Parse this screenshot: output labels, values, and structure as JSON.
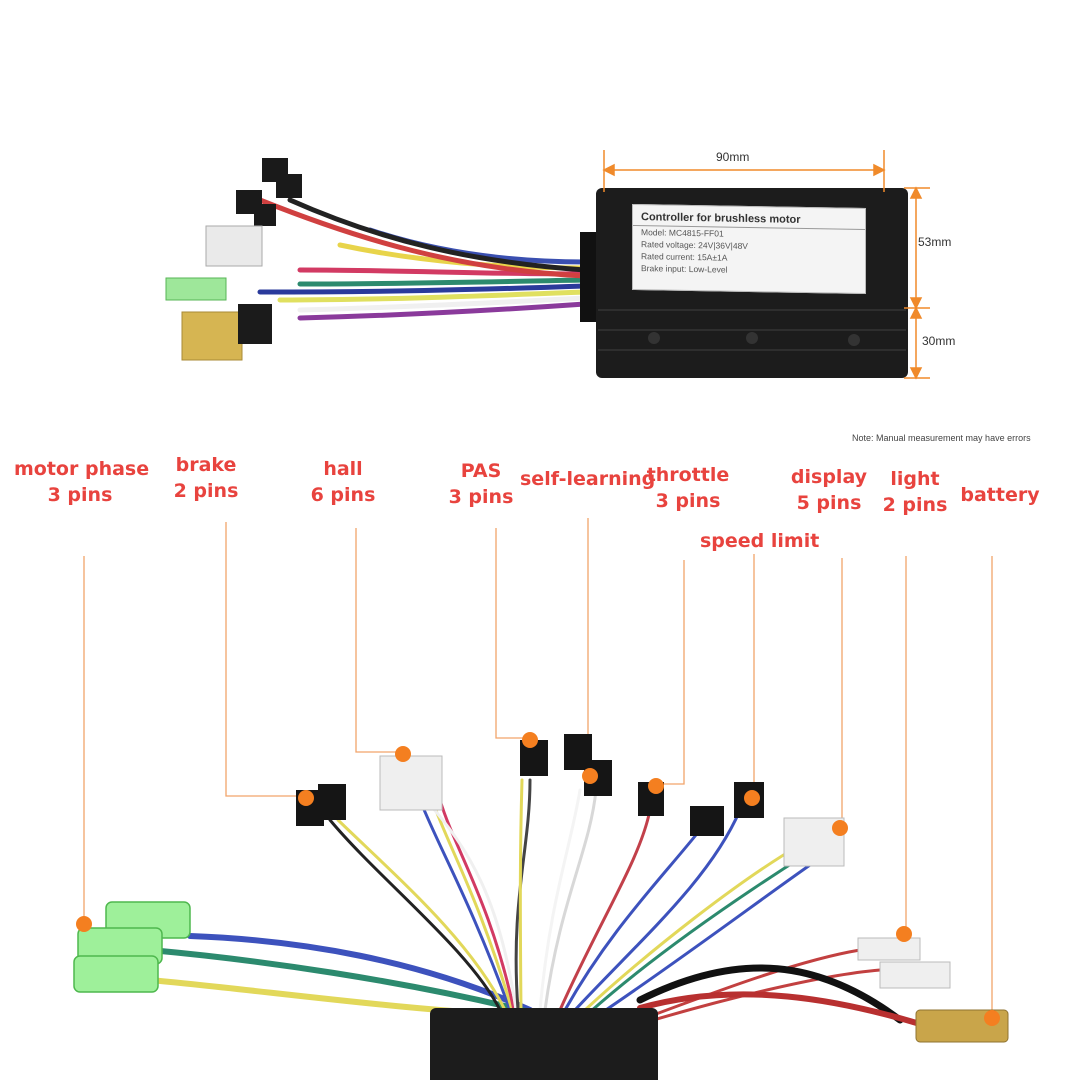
{
  "dimensions": {
    "width": "90mm",
    "height": "53mm",
    "depth": "30mm"
  },
  "plate": {
    "title": "Controller for brushless motor",
    "lines": [
      "Model: MC4815-FF01",
      "Rated voltage: 24V|36V|48V",
      "Rated current: 15A±1A",
      "Brake input: Low-Level"
    ]
  },
  "note": "Note: Manual measurement may have errors",
  "connectors": [
    {
      "id": "motor-phase",
      "name": "motor phase",
      "pins": "3 pins"
    },
    {
      "id": "brake",
      "name": "brake",
      "pins": "2 pins"
    },
    {
      "id": "hall",
      "name": "hall",
      "pins": "6 pins"
    },
    {
      "id": "pas",
      "name": "PAS",
      "pins": "3 pins"
    },
    {
      "id": "self-learning",
      "name": "self-learning",
      "pins": ""
    },
    {
      "id": "throttle",
      "name": "throttle",
      "pins": "3 pins"
    },
    {
      "id": "speed-limit",
      "name": "speed limit",
      "pins": ""
    },
    {
      "id": "display",
      "name": "display",
      "pins": "5 pins"
    },
    {
      "id": "light",
      "name": "light",
      "pins": "2 pins"
    },
    {
      "id": "battery",
      "name": "battery",
      "pins": ""
    }
  ],
  "colors": {
    "label": "#e8433e",
    "leader": "#f2a46a",
    "dot": "#f47f20",
    "housing": "#1c1c1c"
  }
}
